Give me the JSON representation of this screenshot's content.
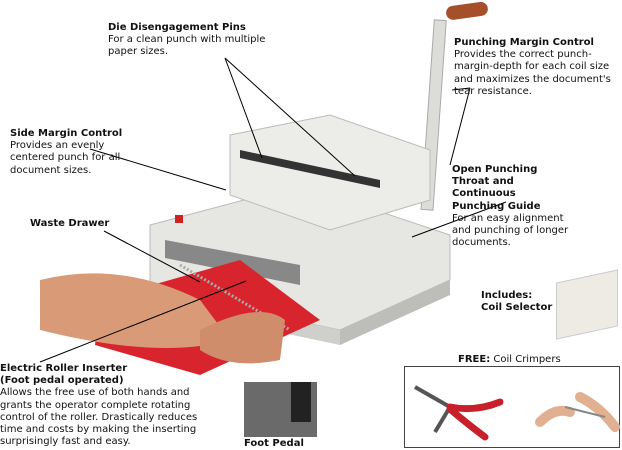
{
  "callouts": {
    "die_pins": {
      "title": "Die Disengagement Pins",
      "lines": [
        "For a clean punch with multiple",
        "paper sizes."
      ]
    },
    "punching_margin": {
      "title": "Punching Margin Control",
      "lines": [
        "Provides the correct punch-",
        "margin-depth for each coil size",
        "and maximizes the document's",
        "tear resistance."
      ]
    },
    "side_margin": {
      "title": "Side Margin Control",
      "lines": [
        "Provides an evenly",
        "centered punch for all",
        "document sizes."
      ]
    },
    "waste_drawer": {
      "title": "Waste Drawer"
    },
    "open_throat": {
      "title_lines": [
        "Open Punching",
        "Throat and",
        "Continuous",
        "Punching Guide"
      ],
      "lines": [
        "For an easy alignment",
        "and punching of longer",
        "documents."
      ]
    },
    "coil_selector": {
      "title_lines": [
        "Includes:",
        "Coil Selector"
      ]
    },
    "roller": {
      "title_lines": [
        "Electric Roller Inserter",
        "(Foot pedal operated)"
      ],
      "lines": [
        "Allows the free use of both hands and",
        "grants the operator complete rotating",
        "control of the roller.  Drastically reduces",
        "time and costs by making the inserting",
        "surprisingly fast and easy."
      ]
    },
    "foot_pedal": {
      "title": "Foot Pedal"
    },
    "crimpers": {
      "prefix": "FREE:",
      "text": " Coil Crimpers"
    }
  },
  "colors": {
    "machine": "#e4e4e0",
    "paper": "#d8242c",
    "handle": "#a5502a",
    "skin": "#d99a78"
  }
}
